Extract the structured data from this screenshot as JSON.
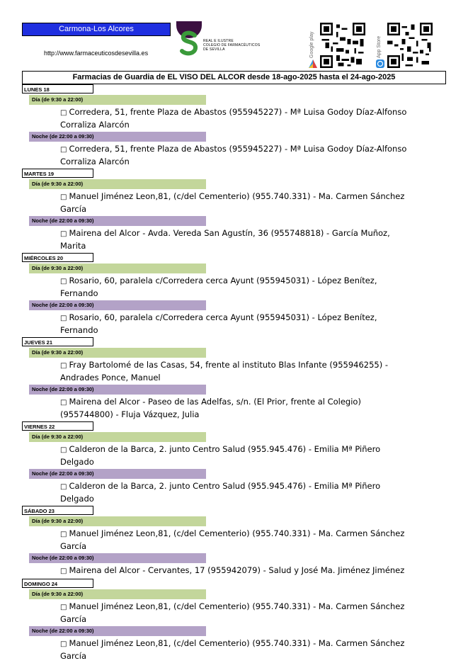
{
  "header": {
    "region": "Carmona-Los Alcores",
    "url": "http://www.farmaceuticosdesevilla.es",
    "logo_text": [
      "REAL E ILUSTRE",
      "COLEGIO DE FARMACÉUTICOS",
      "DE SEVILLA"
    ],
    "google_play_label": "Google play",
    "app_store_label": "App Store",
    "colors": {
      "region_bg": "#1f2fe0",
      "logo_purple": "#3b1040",
      "logo_green": "#3a9a3a"
    }
  },
  "title": "Farmacias de Guardia de EL VISO DEL ALCOR desde 18-ago-2025 hasta el 24-ago-2025",
  "bullet": "□",
  "days": [
    {
      "label": "LUNES 18",
      "shifts": [
        {
          "type": "dia",
          "label": "Día (de 9:30 a 22:00)",
          "text": "Corredera, 51, frente Plaza de Abastos (955945227) - Mª Luisa Godoy Díaz-Alfonso Corraliza Alarcón"
        },
        {
          "type": "noche",
          "label": "Noche (de 22:00 a 09:30)",
          "text": "Corredera, 51, frente Plaza de Abastos (955945227) - Mª Luisa Godoy Díaz-Alfonso Corraliza Alarcón"
        }
      ]
    },
    {
      "label": "MARTES 19",
      "shifts": [
        {
          "type": "dia",
          "label": "Día (de 9:30 a 22:00)",
          "text": "Manuel Jiménez Leon,81, (c/del Cementerio) (955.740.331) - Ma. Carmen Sánchez García"
        },
        {
          "type": "noche",
          "label": "Noche (de 22:00 a 09:30)",
          "text": "Mairena del Alcor - Avda. Vereda San Agustín, 36 (955748818) - García Muñoz, Marita"
        }
      ]
    },
    {
      "label": "MIÉRCOLES 20",
      "shifts": [
        {
          "type": "dia",
          "label": "Día (de 9:30 a 22:00)",
          "text": "Rosario, 60, paralela c/Corredera cerca Ayunt (955945031) - López Benítez, Fernando"
        },
        {
          "type": "noche",
          "label": "Noche (de 22:00 a 09:30)",
          "text": "Rosario, 60, paralela c/Corredera cerca Ayunt (955945031) - López Benítez, Fernando"
        }
      ]
    },
    {
      "label": "JUEVES 21",
      "shifts": [
        {
          "type": "dia",
          "label": "Día (de 9:30 a 22:00)",
          "text": "Fray Bartolomé de las Casas, 54, frente al instituto Blas Infante (955946255) - Andrades Ponce, Manuel"
        },
        {
          "type": "noche",
          "label": "Noche (de 22:00 a 09:30)",
          "text": "Mairena del Alcor - Paseo de las Adelfas, s/n. (El Prior, frente al Colegio) (955744800) - Fluja Vázquez, Julia"
        }
      ]
    },
    {
      "label": "VIERNES 22",
      "shifts": [
        {
          "type": "dia",
          "label": "Día (de 9:30 a 22:00)",
          "text": "Calderon de la Barca, 2. junto Centro Salud (955.945.476) - Emilia Mª Piñero Delgado"
        },
        {
          "type": "noche",
          "label": "Noche (de 22:00 a 09:30)",
          "text": "Calderon de la Barca, 2. junto Centro Salud (955.945.476) - Emilia Mª Piñero Delgado"
        }
      ]
    },
    {
      "label": "SÁBADO 23",
      "shifts": [
        {
          "type": "dia",
          "label": "Día (de 9:30 a 22:00)",
          "text": "Manuel Jiménez Leon,81, (c/del Cementerio) (955.740.331) - Ma. Carmen Sánchez García"
        },
        {
          "type": "noche",
          "label": "Noche (de 22:00 a 09:30)",
          "text": "Mairena del Alcor - Cervantes,  17 (955942079) - Salud y José Ma. Jiménez Jiménez"
        }
      ]
    },
    {
      "label": "DOMINGO 24",
      "shifts": [
        {
          "type": "dia",
          "label": "Día (de 9:30 a 22:00)",
          "text": "Manuel Jiménez Leon,81, (c/del Cementerio) (955.740.331) - Ma. Carmen Sánchez García"
        },
        {
          "type": "noche",
          "label": "Noche (de 22:00 a 09:30)",
          "text": "Manuel Jiménez Leon,81, (c/del Cementerio) (955.740.331) - Ma. Carmen Sánchez García"
        }
      ]
    }
  ]
}
